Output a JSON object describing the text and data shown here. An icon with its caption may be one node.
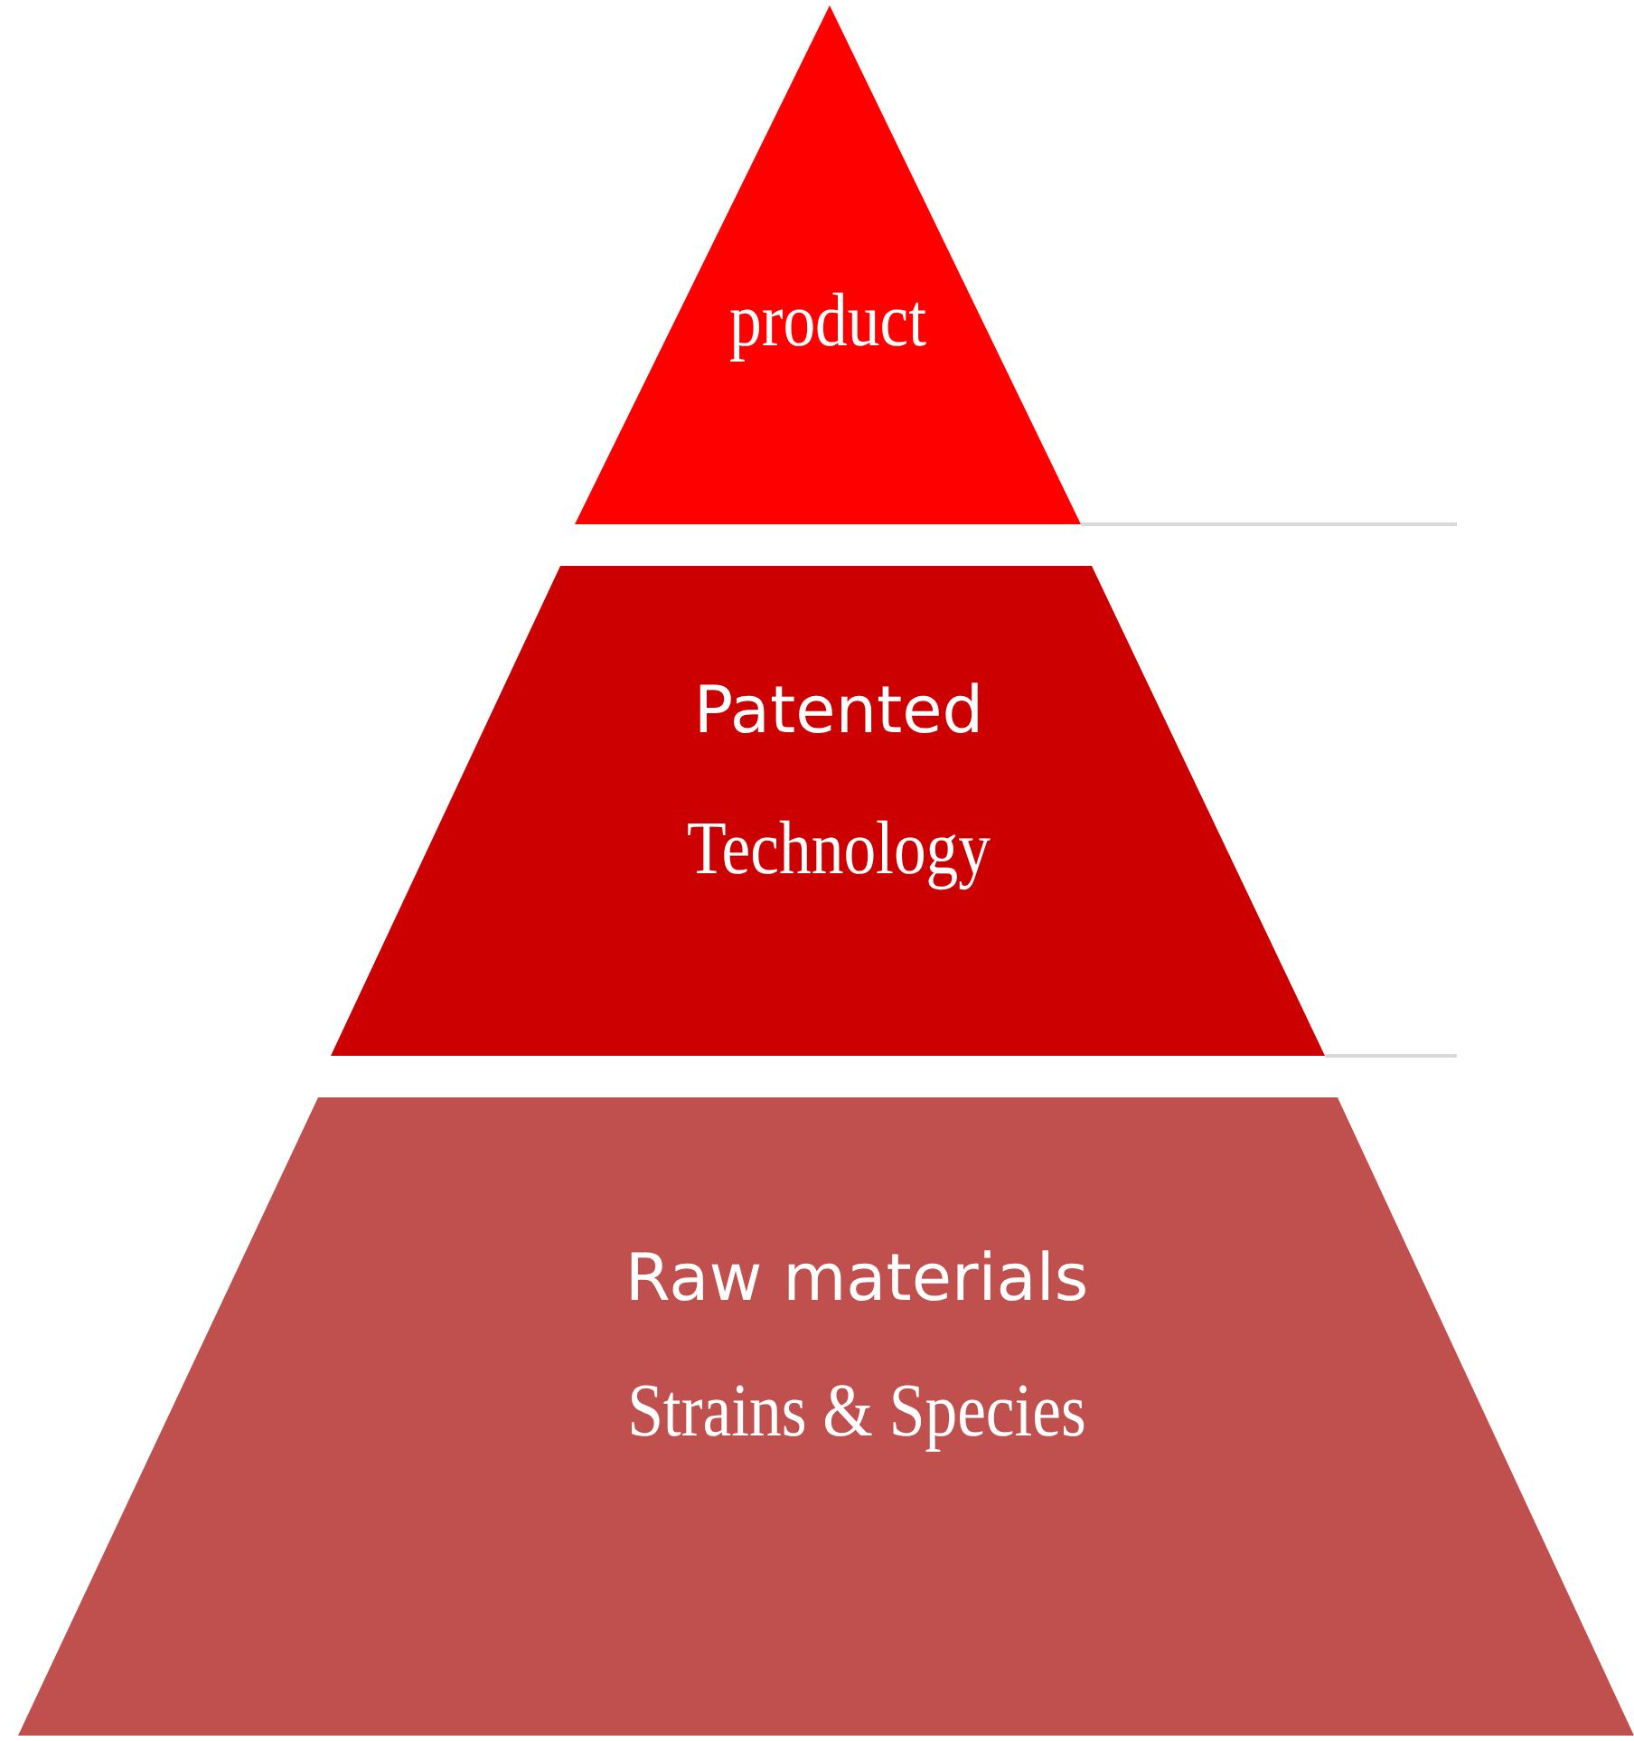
{
  "diagram": {
    "nodes": [
      {
        "text": [
          "product"
        ]
      },
      {
        "text": [
          "Patented",
          "Technology"
        ]
      },
      {
        "text": [
          "Raw materials",
          "Strains & Species"
        ]
      }
    ]
  }
}
